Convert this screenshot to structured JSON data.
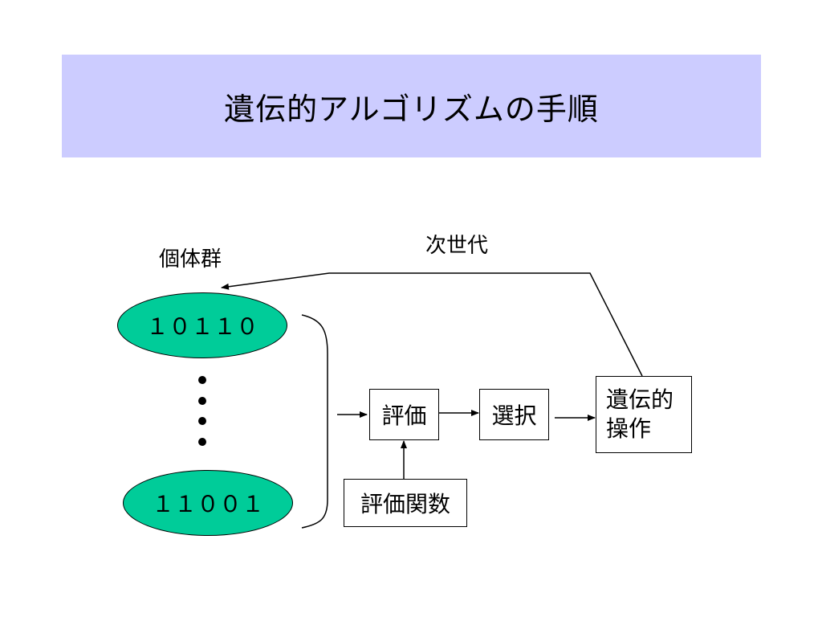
{
  "title": "遺伝的アルゴリズムの手順",
  "colors": {
    "title_bg": "#ccccff",
    "individual_fill": "#00cc99",
    "line": "#000000"
  },
  "labels": {
    "population": "個体群",
    "next_generation": "次世代"
  },
  "individuals": [
    {
      "value": "１０１１０"
    },
    {
      "value": "１１００１"
    }
  ],
  "ellipsis_icon": "vertical-dots-icon",
  "nodes": {
    "evaluation": "評価",
    "selection": "選択",
    "genetic_operation_line1": "遺伝的",
    "genetic_operation_line2": "操作",
    "fitness_function": "評価関数"
  }
}
